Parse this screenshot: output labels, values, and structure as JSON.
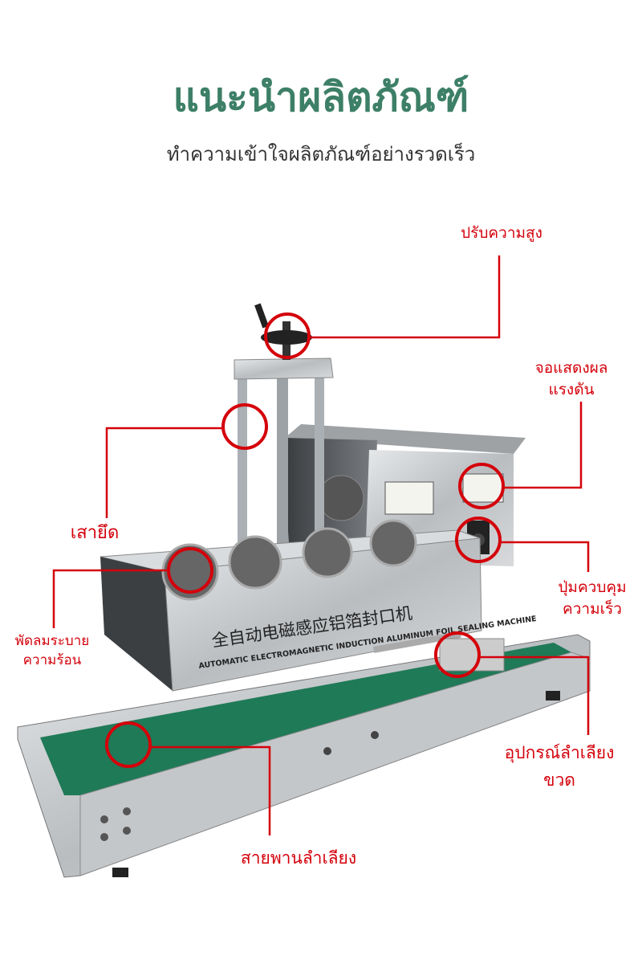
{
  "header": {
    "title": "แนะนำผลิตภัณฑ์",
    "subtitle": "ทำความเข้าใจผลิตภัณฑ์อย่างรวดเร็ว"
  },
  "colors": {
    "title": "#3d7f67",
    "callout": "#d4000a",
    "belt": "#1f7a57",
    "steel": "#c9ccce"
  },
  "machine": {
    "label_cn": "全自动电磁感应铝箔封口机",
    "label_en": "AUTOMATIC ELECTROMAGNETIC INDUCTION ALUMINUM FOIL SEALING MACHINE"
  },
  "callouts": [
    {
      "id": "height-adjust",
      "lines": [
        "ปรับความสูง"
      ]
    },
    {
      "id": "voltage-display",
      "lines": [
        "จอแสดงผล",
        "แรงดัน"
      ]
    },
    {
      "id": "support-pillar",
      "lines": [
        "เสายึด"
      ]
    },
    {
      "id": "cooling-fan",
      "lines": [
        "พัดลมระบาย",
        "ความร้อน"
      ]
    },
    {
      "id": "speed-control",
      "lines": [
        "ปุ่มควบคุม",
        "ความเร็ว"
      ]
    },
    {
      "id": "bottle-guide",
      "lines": [
        "อุปกรณ์ลำเลียง",
        "ขวด"
      ]
    },
    {
      "id": "conveyor-belt",
      "lines": [
        "สายพานลำเลียง"
      ]
    }
  ]
}
